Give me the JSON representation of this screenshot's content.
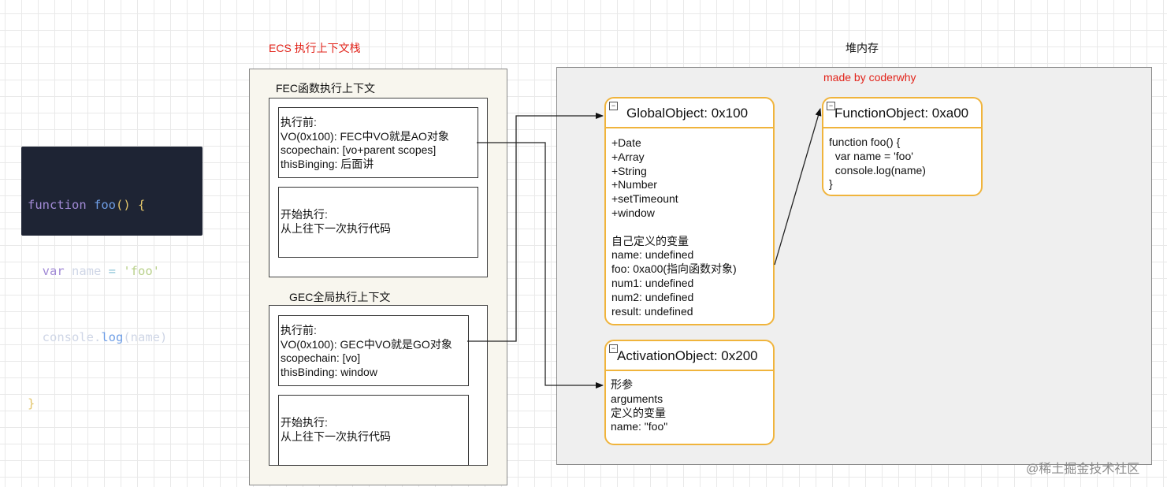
{
  "code": {
    "lines": [
      [
        {
          "t": "function ",
          "c": "#a28bd6"
        },
        {
          "t": "foo",
          "c": "#6f9ee6"
        },
        {
          "t": "() {",
          "c": "#e2c56a"
        }
      ],
      [
        {
          "t": "  var ",
          "c": "#a28bd6"
        },
        {
          "t": "name",
          "c": "#cfd6e6"
        },
        {
          "t": " = ",
          "c": "#8fc4d8"
        },
        {
          "t": "'foo'",
          "c": "#b8d08a"
        }
      ],
      [
        {
          "t": "  console",
          "c": "#cfd6e6"
        },
        {
          "t": ".",
          "c": "#cfd6e6"
        },
        {
          "t": "log",
          "c": "#6f9ee6"
        },
        {
          "t": "(name)",
          "c": "#cfd6e6"
        }
      ],
      [
        {
          "t": "}",
          "c": "#e2c56a"
        }
      ]
    ]
  },
  "ecs": {
    "title": "ECS 执行上下文栈",
    "fec": {
      "title": "FEC函数执行上下文",
      "before": "执行前:\nVO(0x100): FEC中VO就是AO对象\nscopechain: [vo+parent scopes]\nthisBinging: 后面讲",
      "start": "开始执行:\n从上往下一次执行代码"
    },
    "gec": {
      "title": "GEC全局执行上下文",
      "before": "执行前:\nVO(0x100): GEC中VO就是GO对象\nscopechain: [vo]\nthisBinding: window",
      "start": "开始执行:\n从上往下一次执行代码"
    }
  },
  "heap": {
    "title": "堆内存",
    "credit": "made by coderwhy",
    "global_object": {
      "title": "GlobalObject: 0x100",
      "body": "+Date\n+Array\n+String\n+Number\n+setTimeount\n+window\n\n自己定义的变量\nname: undefined\nfoo: 0xa00(指向函数对象)\nnum1: undefined\nnum2: undefined\nresult: undefined"
    },
    "function_object": {
      "title": "FunctionObject: 0xa00",
      "body": "function foo() {\n  var name = 'foo'\n  console.log(name)\n}"
    },
    "activation_object": {
      "title": "ActivationObject: 0x200",
      "body": "形参\narguments\n定义的变量\nname: \"foo\""
    }
  },
  "watermark": "@稀土掘金技术社区",
  "colors": {
    "accent_red": "#e2231a",
    "object_border": "#f0b43c",
    "code_bg": "#1e2434"
  }
}
